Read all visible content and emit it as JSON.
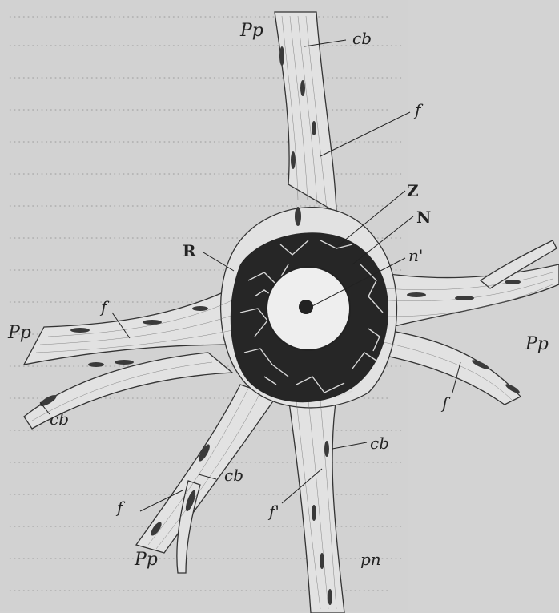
{
  "figure": {
    "labels": {
      "pp_top": "Pp",
      "cb_top": "cb",
      "f_top": "f",
      "z": "Z",
      "n_nucleus": "N",
      "n_nucleolus": "n'",
      "r": "R",
      "f_left": "f",
      "pp_left": "Pp",
      "pp_right": "Pp",
      "f_right": "f",
      "cb_left": "cb",
      "cb_mid": "cb",
      "cb_lower": "cb",
      "f_lower_left": "f",
      "f_axon": "f'",
      "pp_bottom_left": "Pp",
      "pn_axon": "pn"
    }
  }
}
